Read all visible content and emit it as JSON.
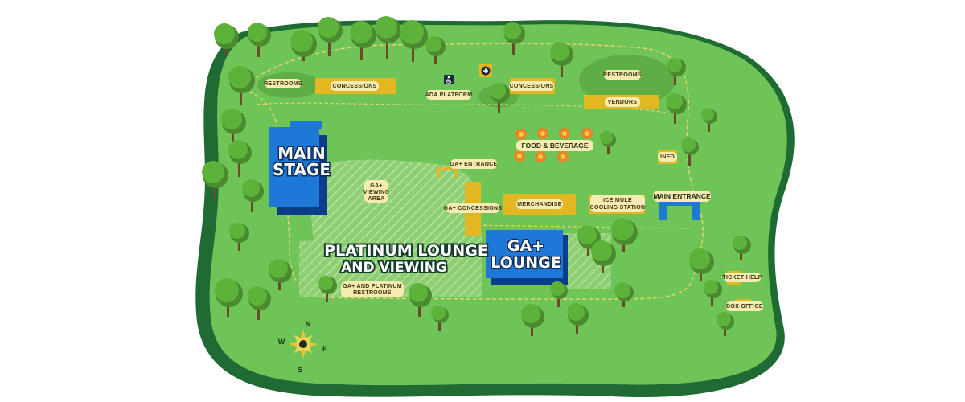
{
  "colors": {
    "grass": "#6fc457",
    "border": "#1f6b33",
    "stage_blue": "#1e78d8",
    "concession_yellow": "#e2b721",
    "label_pill": "#f6ecb2",
    "path_yellow": "#e7d36b"
  },
  "venues": {
    "main_stage": {
      "line1": "MAIN",
      "line2": "STAGE"
    },
    "platinum": {
      "line1": "PLATINUM LOUNGE",
      "line2": "AND VIEWING"
    },
    "ga_lounge": {
      "line1": "GA+",
      "line2": "LOUNGE"
    }
  },
  "labels": {
    "restrooms_left": "RESTROOMS",
    "concessions_left": "CONCESSIONS",
    "ada_platform": "ADA PLATFORM",
    "concessions_mid": "CONCESSIONS",
    "restrooms_right": "RESTROOMS",
    "vendors": "VENDORS",
    "food_beverage": "FOOD & BEVERAGE",
    "info": "INFO",
    "ga_entrance": "GA+ ENTRANCE",
    "ga_viewing_1": "GA+",
    "ga_viewing_2": "VIEWING",
    "ga_viewing_3": "AREA",
    "ga_concessions": "GA+ CONCESSIONS",
    "merchandise": "MERCHANDISE",
    "ice_mule_1": "ICE MULE",
    "ice_mule_2": "COOLING STATION",
    "main_entrance": "MAIN ENTRANCE",
    "ga_platinum_restrooms_1": "GA+ AND PLATINUM",
    "ga_platinum_restrooms_2": "RESTROOMS",
    "ticket_help": "TICKET HELP",
    "box_office": "BOX OFFICE"
  },
  "icons": {
    "ada": "wheelchair-icon",
    "first_aid": "first-aid-icon",
    "compass": "compass-rose-icon"
  },
  "compass": {
    "n": "N",
    "e": "E",
    "s": "S",
    "w": "W"
  }
}
